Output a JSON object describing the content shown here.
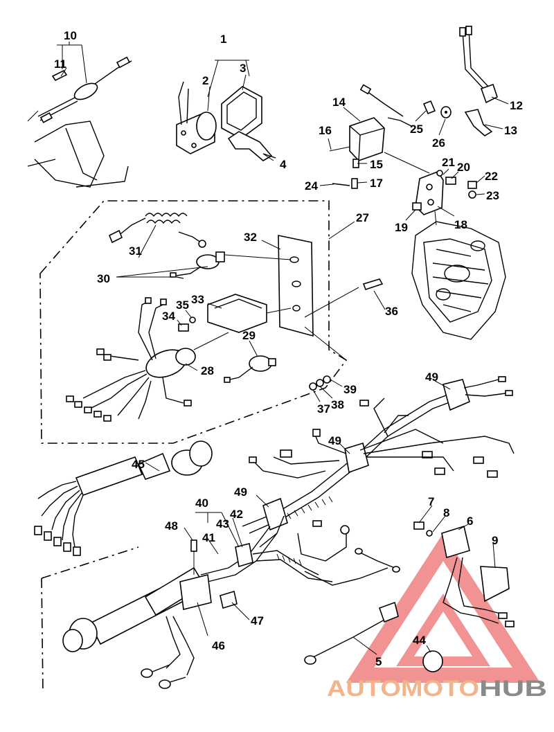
{
  "callouts": [
    "1",
    "2",
    "3",
    "4",
    "5",
    "6",
    "7",
    "8",
    "9",
    "10",
    "11",
    "12",
    "13",
    "14",
    "15",
    "16",
    "17",
    "18",
    "19",
    "20",
    "21",
    "22",
    "23",
    "24",
    "25",
    "26",
    "27",
    "28",
    "29",
    "30",
    "31",
    "32",
    "33",
    "34",
    "35",
    "36",
    "37",
    "38",
    "39",
    "40",
    "41",
    "42",
    "43",
    "44",
    "45",
    "46",
    "47",
    "48",
    "49",
    "49",
    "49"
  ],
  "watermark": {
    "left": "AUTOMOTO",
    "right": "HUB",
    "left_color": "#f2b48a",
    "right_color": "#8a8a8a",
    "triangle_color": "#e63b3b"
  }
}
